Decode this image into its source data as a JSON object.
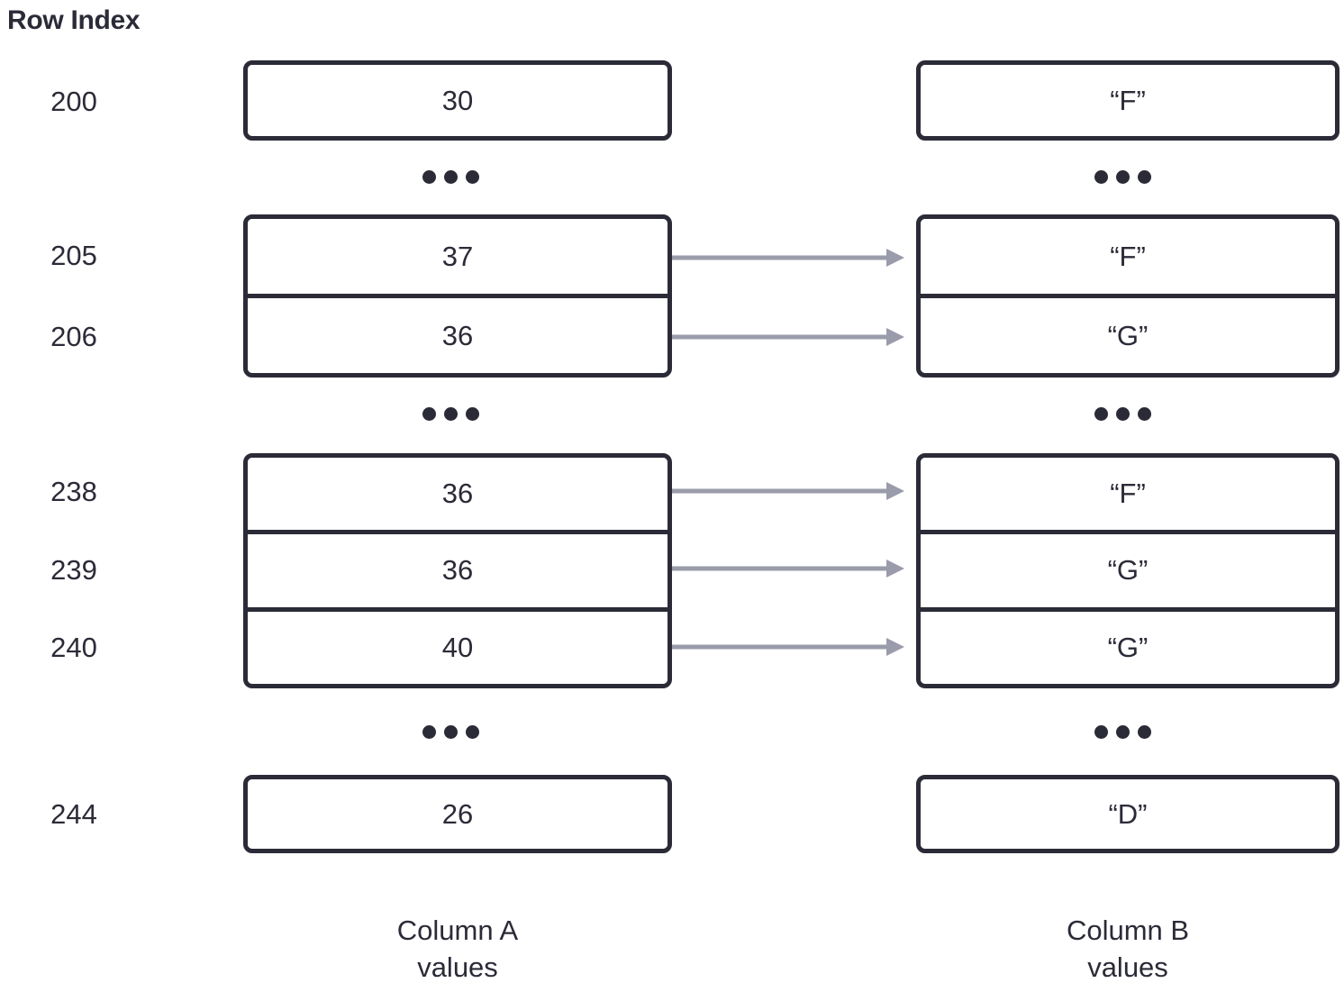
{
  "header": {
    "row_index_label": "Row Index"
  },
  "colors": {
    "ink": "#2b2b38",
    "arrow": "#9a9cab",
    "background": "#ffffff"
  },
  "columns": {
    "a": {
      "caption_line1": "Column A",
      "caption_line2": "values"
    },
    "b": {
      "caption_line1": "Column B",
      "caption_line2": "values"
    }
  },
  "groups": [
    {
      "id": "group-200",
      "row_labels": [
        "200"
      ],
      "column_a_values": [
        "30"
      ],
      "column_b_values": [
        "“F”"
      ],
      "arrows": []
    },
    {
      "id": "group-205-206",
      "row_labels": [
        "205",
        "206"
      ],
      "column_a_values": [
        "37",
        "36"
      ],
      "column_b_values": [
        "“F”",
        "“G”"
      ],
      "arrows": [
        "205",
        "206"
      ]
    },
    {
      "id": "group-238-240",
      "row_labels": [
        "238",
        "239",
        "240"
      ],
      "column_a_values": [
        "36",
        "36",
        "40"
      ],
      "column_b_values": [
        "“F”",
        "“G”",
        "“G”"
      ],
      "arrows": [
        "238",
        "239",
        "240"
      ]
    },
    {
      "id": "group-244",
      "row_labels": [
        "244"
      ],
      "column_a_values": [
        "26"
      ],
      "column_b_values": [
        "“D”"
      ],
      "arrows": []
    }
  ],
  "ellipses": [
    {
      "id": "ellipsis-a-1",
      "column": "a"
    },
    {
      "id": "ellipsis-b-1",
      "column": "b"
    },
    {
      "id": "ellipsis-a-2",
      "column": "a"
    },
    {
      "id": "ellipsis-b-2",
      "column": "b"
    },
    {
      "id": "ellipsis-a-3",
      "column": "a"
    },
    {
      "id": "ellipsis-b-3",
      "column": "b"
    }
  ]
}
